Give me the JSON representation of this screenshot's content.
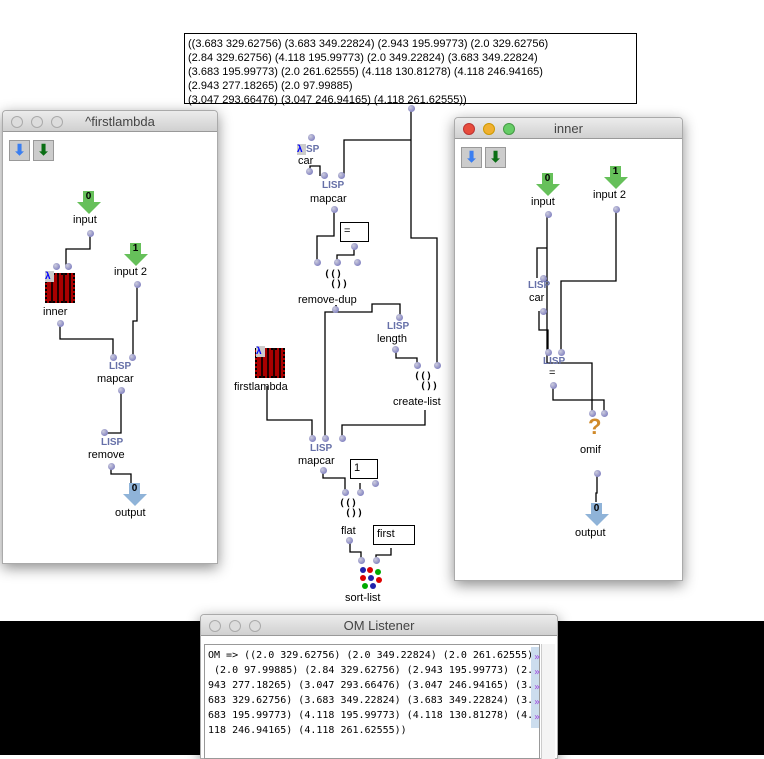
{
  "main": {
    "result_lines": [
      "((3.683 329.62756) (3.683 349.22824) (2.943 195.99773) (2.0 329.62756)",
      "(2.84 329.62756) (4.118 195.99773) (2.0 349.22824) (3.683 349.22824)",
      "(3.683 195.99773) (2.0 261.62555) (4.118 130.81278) (4.118 246.94165)",
      "(2.943 277.18265) (2.0 97.99885)",
      "(3.047 293.66476) (3.047 246.94165) (4.118 261.62555))"
    ],
    "lisp": "LISP",
    "car": "car",
    "mapcar": "mapcar",
    "eq_value": "=",
    "remove_dup": "remove-dup",
    "length": "length",
    "firstlambda": "firstlambda",
    "create_list": "create-list",
    "mapcar2": "mapcar",
    "one_value": "1",
    "flat": "flat",
    "first_value": "first",
    "sort_list": "sort-list",
    "lambda_badge": "λ"
  },
  "firstlambda_window": {
    "title": "^firstlambda",
    "input": "input",
    "input_idx": "0",
    "input2": "input 2",
    "input2_idx": "1",
    "inner": "inner",
    "mapcar": "mapcar",
    "remove": "remove",
    "output": "output",
    "output_idx": "0"
  },
  "inner_window": {
    "title": "inner",
    "input": "input",
    "input_idx": "0",
    "input2": "input 2",
    "input2_idx": "1",
    "car": "car",
    "eq": "=",
    "omif": "omif",
    "output": "output",
    "output_idx": "0"
  },
  "listener": {
    "title": "OM Listener",
    "lines": [
      "OM => ((2.0 329.62756) (2.0 349.22824) (2.0 261.62555)",
      " (2.0 97.99885) (2.84 329.62756) (2.943 195.99773) (2.",
      "943 277.18265) (3.047 293.66476) (3.047 246.94165) (3.",
      "683 329.62756) (3.683 349.22824) (3.683 349.22824) (3.",
      "683 195.99773) (4.118 195.99773) (4.118 130.81278) (4.",
      "118 246.94165) (4.118 261.62555))"
    ],
    "wrap": "»"
  }
}
